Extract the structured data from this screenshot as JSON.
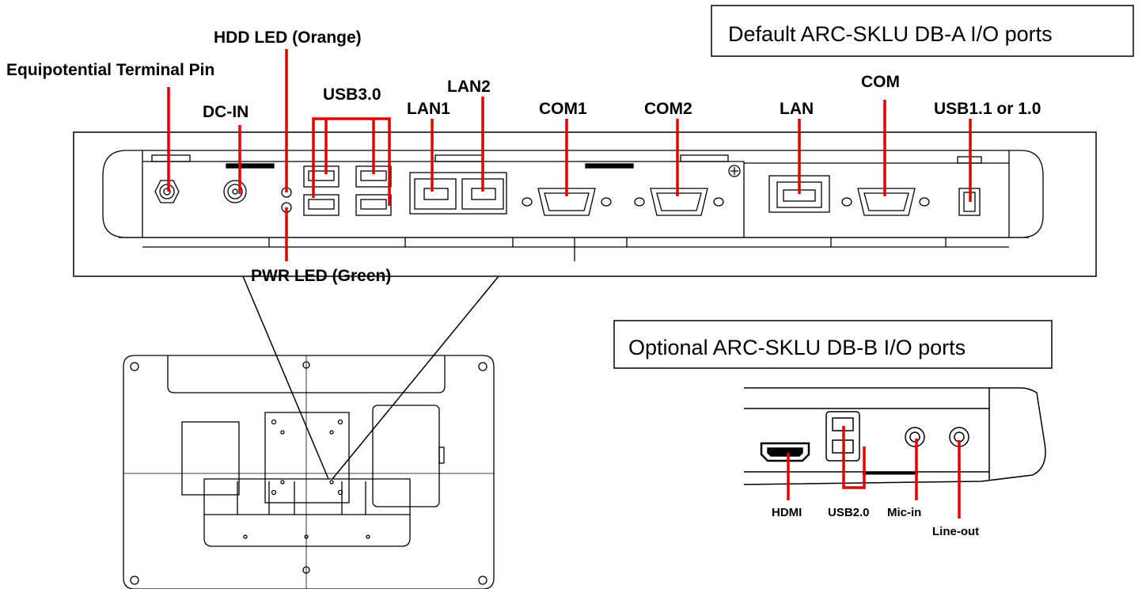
{
  "box_default": "Default ARC-SKLU DB-A I/O ports",
  "box_optional": "Optional ARC-SKLU DB-B I/O ports",
  "labels": {
    "equipotential": "Equipotential Terminal Pin",
    "hdd_led": "HDD LED (Orange)",
    "dc_in": "DC-IN",
    "usb30": "USB3.0",
    "lan1": "LAN1",
    "lan2": "LAN2",
    "com1": "COM1",
    "com2": "COM2",
    "lan": "LAN",
    "com": "COM",
    "usb11": "USB1.1 or 1.0",
    "pwr_led": "PWR LED (Green)",
    "hdmi": "HDMI",
    "usb20": "USB2.0",
    "mic_in": "Mic-in",
    "line_out": "Line-out"
  },
  "colors": {
    "callout": "#e00000",
    "line": "#000000"
  }
}
